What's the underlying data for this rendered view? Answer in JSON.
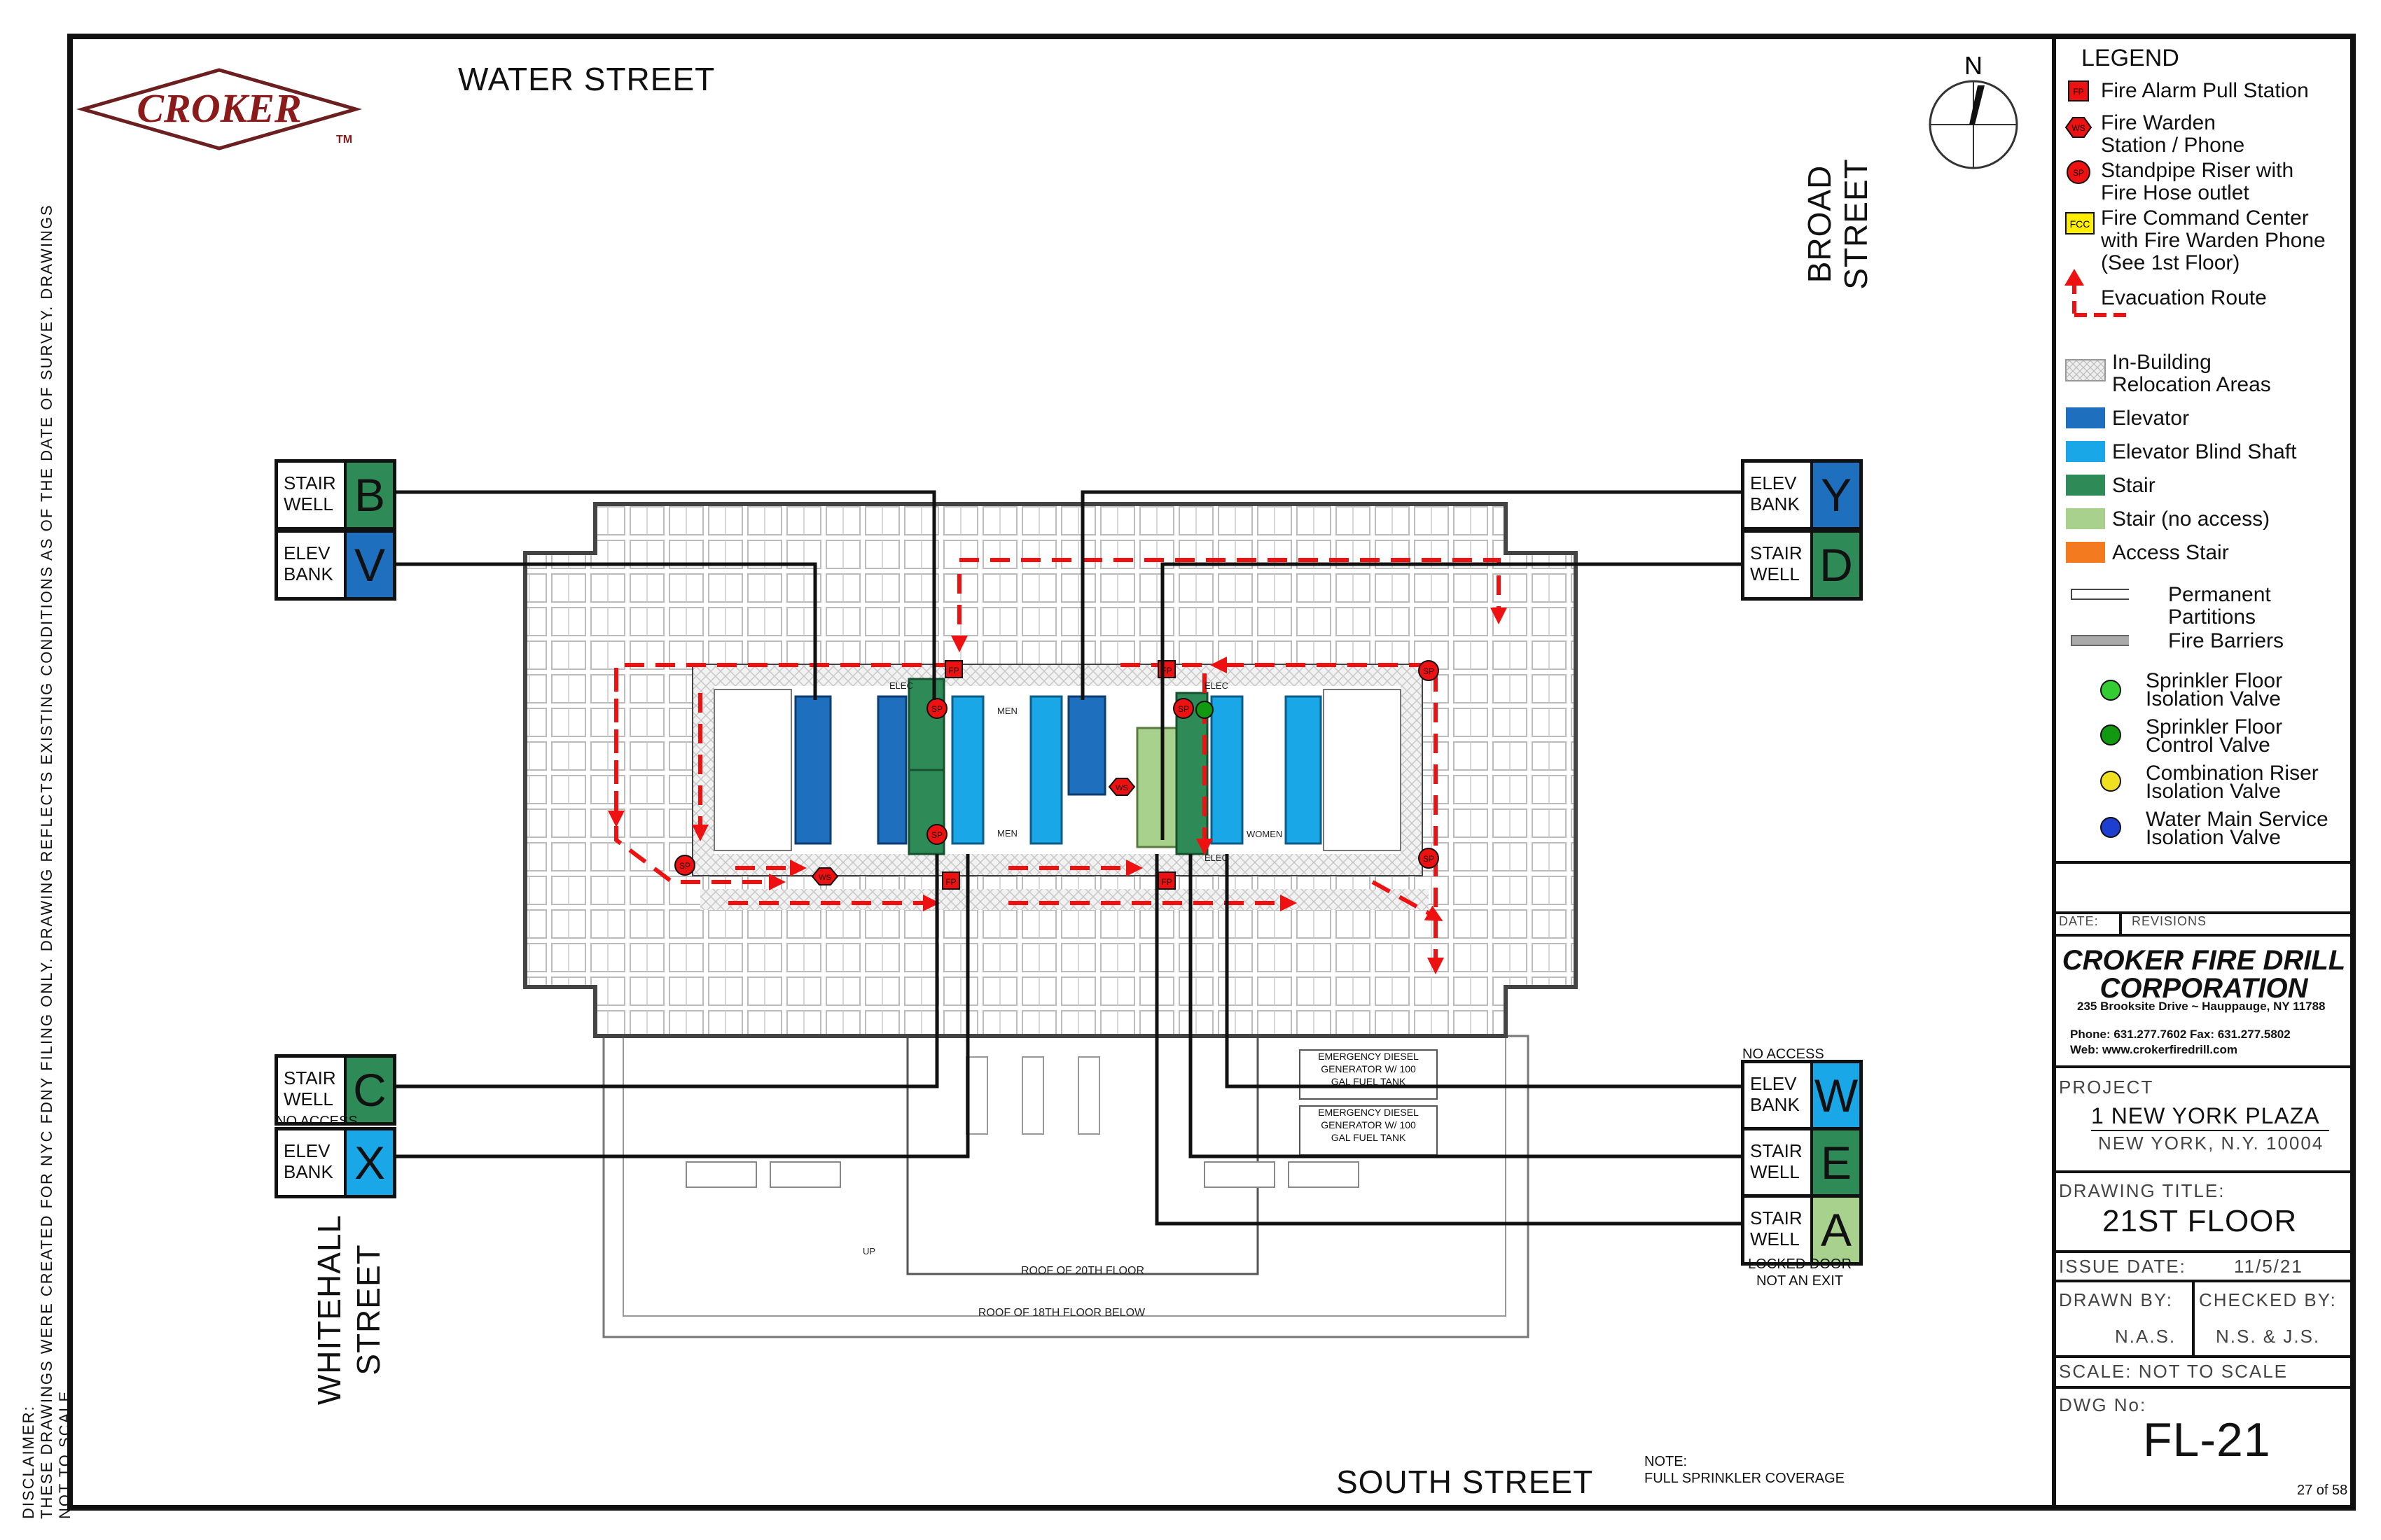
{
  "logo": {
    "text": "CROKER",
    "tm": "TM"
  },
  "streets": {
    "north": "WATER STREET",
    "east": "BROAD STREET",
    "south": "SOUTH STREET",
    "west": "WHITEHALL\nSTREET"
  },
  "compass": {
    "label": "N"
  },
  "disclaimer": "DISCLAIMER:\nTHESE DRAWINGS WERE CREATED FOR NYC FDNY FILING ONLY. DRAWING REFLECTS EXISTING CONDITIONS AS OF THE DATE OF SURVEY. DRAWINGS NOT TO SCALE.",
  "tags": [
    {
      "id": "B",
      "label": "STAIR\nWELL",
      "letter": "B",
      "color": "#2e8b57"
    },
    {
      "id": "V",
      "label": "ELEV\nBANK",
      "letter": "V",
      "color": "#1f6fbf"
    },
    {
      "id": "Y",
      "label": "ELEV\nBANK",
      "letter": "Y",
      "color": "#1f6fbf"
    },
    {
      "id": "D",
      "label": "STAIR\nWELL",
      "letter": "D",
      "color": "#2e8b57"
    },
    {
      "id": "C",
      "label": "STAIR\nWELL",
      "letter": "C",
      "color": "#2e8b57"
    },
    {
      "id": "X",
      "label": "ELEV\nBANK",
      "letter": "X",
      "color": "#1aa7e8"
    },
    {
      "id": "W",
      "label": "ELEV\nBANK",
      "letter": "W",
      "color": "#1aa7e8"
    },
    {
      "id": "E",
      "label": "STAIR\nWELL",
      "letter": "E",
      "color": "#2e8b57"
    },
    {
      "id": "A",
      "label": "STAIR\nWELL",
      "letter": "A",
      "color": "#a9d18e"
    }
  ],
  "tag_notes": {
    "no_access_x": "NO ACCESS",
    "no_access_w": "NO ACCESS",
    "locked": "LOCKED DOOR\nNOT AN EXIT"
  },
  "plan_labels": {
    "generator1": "EMERGENCY DIESEL\nGENERATOR W/ 100\nGAL FUEL TANK",
    "generator2": "EMERGENCY DIESEL\nGENERATOR W/ 100\nGAL FUEL TANK",
    "roof20": "ROOF OF 20TH FLOOR",
    "roof18": "ROOF OF 18TH FLOOR BELOW",
    "men1": "MEN",
    "men2": "MEN",
    "women": "WOMEN",
    "elec1": "ELEC",
    "elec2": "ELEC",
    "elec3": "ELEC",
    "up": "UP",
    "fp": "FP",
    "sp": "SP",
    "ws": "WS"
  },
  "note": {
    "title": "NOTE:",
    "text": "FULL SPRINKLER COVERAGE"
  },
  "legend": {
    "title": "LEGEND",
    "items": [
      {
        "label": "Fire Alarm Pull Station",
        "sym": "FP"
      },
      {
        "label": "Fire Warden\nStation / Phone",
        "sym": "WS"
      },
      {
        "label": "Standpipe Riser with\nFire Hose outlet",
        "sym": "SP"
      },
      {
        "label": "Fire Command Center\nwith Fire Warden Phone\n(See 1st Floor)",
        "sym": "FCC"
      },
      {
        "label": "Evacuation  Route",
        "sym": ""
      },
      {
        "label": "In-Building\nRelocation Areas",
        "sym": ""
      },
      {
        "label": "Elevator",
        "color": "#1f6fbf"
      },
      {
        "label": "Elevator Blind Shaft",
        "color": "#1aa7e8"
      },
      {
        "label": "Stair",
        "color": "#2e8b57"
      },
      {
        "label": "Stair (no access)",
        "color": "#a9d18e"
      },
      {
        "label": "Access Stair",
        "color": "#f47a20"
      },
      {
        "label": "Permanent\nPartitions",
        "sym": ""
      },
      {
        "label": "Fire Barriers",
        "sym": ""
      },
      {
        "label": "Sprinkler Floor\nIsolation Valve",
        "color": "#33cc33"
      },
      {
        "label": "Sprinkler Floor\nControl Valve",
        "color": "#119911"
      },
      {
        "label": "Combination Riser\nIsolation Valve",
        "color": "#f0e020"
      },
      {
        "label": "Water Main Service\nIsolation Valve",
        "color": "#1d3fd0"
      }
    ]
  },
  "title_block": {
    "date_label": "DATE:",
    "revisions_label": "REVISIONS",
    "company": "CROKER FIRE DRILL\nCORPORATION",
    "address": "235 Brooksite Drive ~ Hauppauge, NY 11788",
    "phone": "Phone: 631.277.7602  Fax: 631.277.5802",
    "web": "Web: www.crokerfiredrill.com",
    "project_label": "PROJECT",
    "project_name": "1 NEW YORK PLAZA",
    "project_city": "NEW YORK, N.Y. 10004",
    "drawing_title_label": "DRAWING TITLE:",
    "drawing_title": "21ST FLOOR",
    "issue_date_label": "ISSUE DATE:",
    "issue_date": "11/5/21",
    "drawn_by_label": "DRAWN BY:",
    "drawn_by": "N.A.S.",
    "checked_by_label": "CHECKED BY:",
    "checked_by": "N.S. & J.S.",
    "scale": "SCALE: NOT TO SCALE",
    "dwg_no_label": "DWG No:",
    "dwg_no": "FL-21",
    "page": "27 of 58"
  }
}
